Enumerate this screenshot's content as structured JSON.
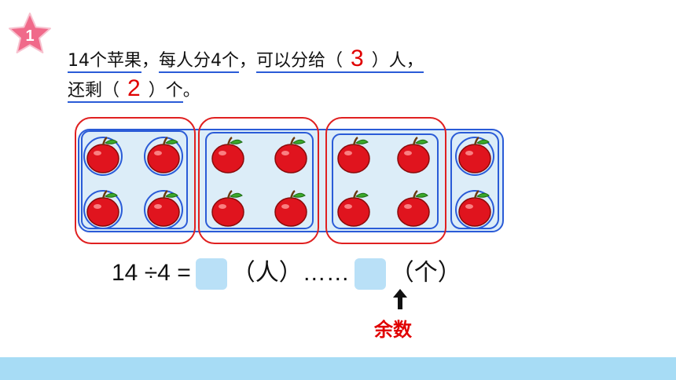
{
  "badge": {
    "number": "1",
    "color": "#f06a8a"
  },
  "problem": {
    "line1_part1": "14个苹果",
    "line1_sep1": "，",
    "line1_part2": "每人分4个",
    "line1_sep2": "，",
    "line1_part3_prefix": "可以分给（",
    "line1_answer": "3",
    "line1_part3_suffix": "）人",
    "line1_end": "，",
    "line2_prefix": "还剩（",
    "line2_answer": "2",
    "line2_suffix": "）个",
    "line2_end": "。"
  },
  "figure": {
    "apples_total": 14,
    "group_size": 4,
    "groups": 3,
    "remainder": 2,
    "colors": {
      "group_outline": "#e02020",
      "inner_outline": "#2a5bd7",
      "fill": "#dcedf8",
      "apple": "#e0141e"
    }
  },
  "equation": {
    "dividend": "14",
    "op": "÷4 =",
    "unit1": "（人）",
    "dots": "……",
    "unit2": "（个）"
  },
  "remainder_label": "余数",
  "footer_color": "#a7dcf5"
}
